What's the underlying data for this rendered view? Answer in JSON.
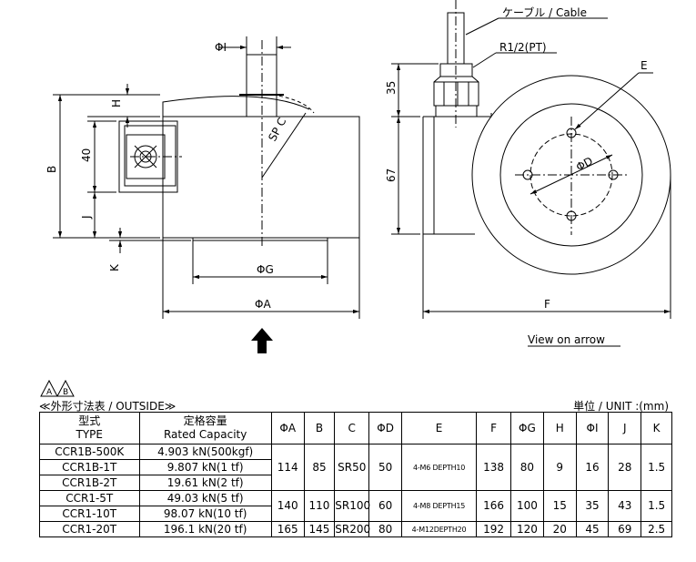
{
  "labels": {
    "cable": "ケーブル / Cable",
    "thread": "R1/2(PT)",
    "phiI": "ΦI",
    "H": "H",
    "B": "B",
    "d40": "40",
    "J": "J",
    "K": "K",
    "spc": "SP C",
    "phiG": "ΦG",
    "phiA": "ΦA",
    "d35": "35",
    "d67": "67",
    "E": "E",
    "phiD": "ΦD",
    "F": "F",
    "view_on_arrow": "View on arrow"
  },
  "revision_marks": [
    "A",
    "B"
  ],
  "table_title": "≪外形寸法表 / OUTSIDE≫",
  "unit": "単位 / UNIT :(mm)",
  "table": {
    "headers": {
      "type_jp": "型式",
      "type_en": "TYPE",
      "capacity_jp": "定格容量",
      "capacity_en": "Rated Capacity",
      "A": "ΦA",
      "B": "B",
      "C": "C",
      "D": "ΦD",
      "E": "E",
      "F": "F",
      "G": "ΦG",
      "H": "H",
      "I": "ΦI",
      "J": "J",
      "K": "K"
    },
    "groups": [
      {
        "models": [
          {
            "type": "CCR1B-500K",
            "capacity": "4.903 kN(500kgf)"
          },
          {
            "type": "CCR1B-1T",
            "capacity": "9.807 kN(1 tf)"
          },
          {
            "type": "CCR1B-2T",
            "capacity": "19.61 kN(2 tf)"
          }
        ],
        "A": "114",
        "B": "85",
        "C": "SR50",
        "D": "50",
        "E": "4-M6 DEPTH10",
        "F": "138",
        "G": "80",
        "H": "9",
        "I": "16",
        "J": "28",
        "K": "1.5"
      },
      {
        "models": [
          {
            "type": "CCR1-5T",
            "capacity": "49.03 kN(5 tf)"
          },
          {
            "type": "CCR1-10T",
            "capacity": "98.07 kN(10 tf)"
          }
        ],
        "A": "140",
        "B": "110",
        "C": "SR100",
        "D": "60",
        "E": "4-M8 DEPTH15",
        "F": "166",
        "G": "100",
        "H": "15",
        "I": "35",
        "J": "43",
        "K": "1.5"
      },
      {
        "models": [
          {
            "type": "CCR1-20T",
            "capacity": "196.1 kN(20 tf)"
          }
        ],
        "A": "165",
        "B": "145",
        "C": "SR200",
        "D": "80",
        "E": "4-M12DEPTH20",
        "F": "192",
        "G": "120",
        "H": "20",
        "I": "45",
        "J": "69",
        "K": "2.5"
      }
    ]
  }
}
